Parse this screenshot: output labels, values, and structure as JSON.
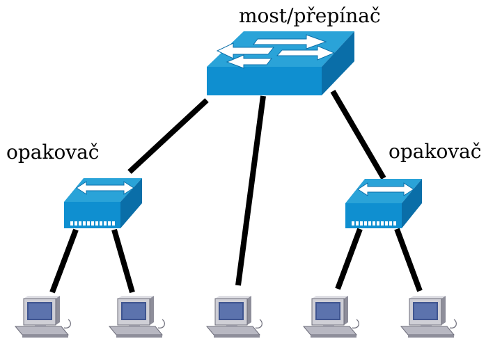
{
  "labels": {
    "top_switch": "most/přepínač",
    "left_hub": "opakovač",
    "right_hub": "opakovač"
  },
  "colors": {
    "device_top": "#2aa3d8",
    "device_front": "#0f8fd0",
    "device_side": "#0a6ea8",
    "arrow": "#ffffff",
    "link": "#000000",
    "pc_body": "#c9c9cf",
    "pc_screen": "#3f5590",
    "pc_base": "#a9a9b4"
  },
  "icons": [
    "network-switch-icon",
    "hub-icon",
    "computer-icon"
  ]
}
